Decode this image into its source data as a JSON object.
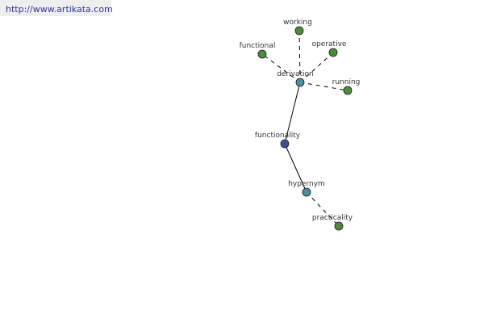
{
  "source": {
    "url_text": "http://www.artikata.com"
  },
  "colors": {
    "leaf": "#4f8a3c",
    "relation": "#4a8f9a",
    "center": "#3e4f96",
    "edge": "#000000",
    "label": "#333333",
    "banner_bg": "#eeeeee",
    "link": "#333399"
  },
  "graph": {
    "center": "functionality",
    "nodes": [
      {
        "id": "functionality",
        "label": "functionality",
        "kind": "center"
      },
      {
        "id": "derivation",
        "label": "derivation",
        "kind": "relation"
      },
      {
        "id": "hypernym",
        "label": "hypernym",
        "kind": "relation"
      },
      {
        "id": "working",
        "label": "working",
        "kind": "leaf"
      },
      {
        "id": "functional",
        "label": "functional",
        "kind": "leaf"
      },
      {
        "id": "operative",
        "label": "operative",
        "kind": "leaf"
      },
      {
        "id": "running",
        "label": "running",
        "kind": "leaf"
      },
      {
        "id": "practicality",
        "label": "practicality",
        "kind": "leaf"
      }
    ],
    "edges": [
      {
        "from": "functionality",
        "to": "derivation",
        "style": "solid"
      },
      {
        "from": "functionality",
        "to": "hypernym",
        "style": "solid"
      },
      {
        "from": "derivation",
        "to": "working",
        "style": "dashed"
      },
      {
        "from": "derivation",
        "to": "functional",
        "style": "dashed"
      },
      {
        "from": "derivation",
        "to": "operative",
        "style": "dashed"
      },
      {
        "from": "derivation",
        "to": "running",
        "style": "dashed"
      },
      {
        "from": "hypernym",
        "to": "practicality",
        "style": "dashed"
      }
    ]
  }
}
